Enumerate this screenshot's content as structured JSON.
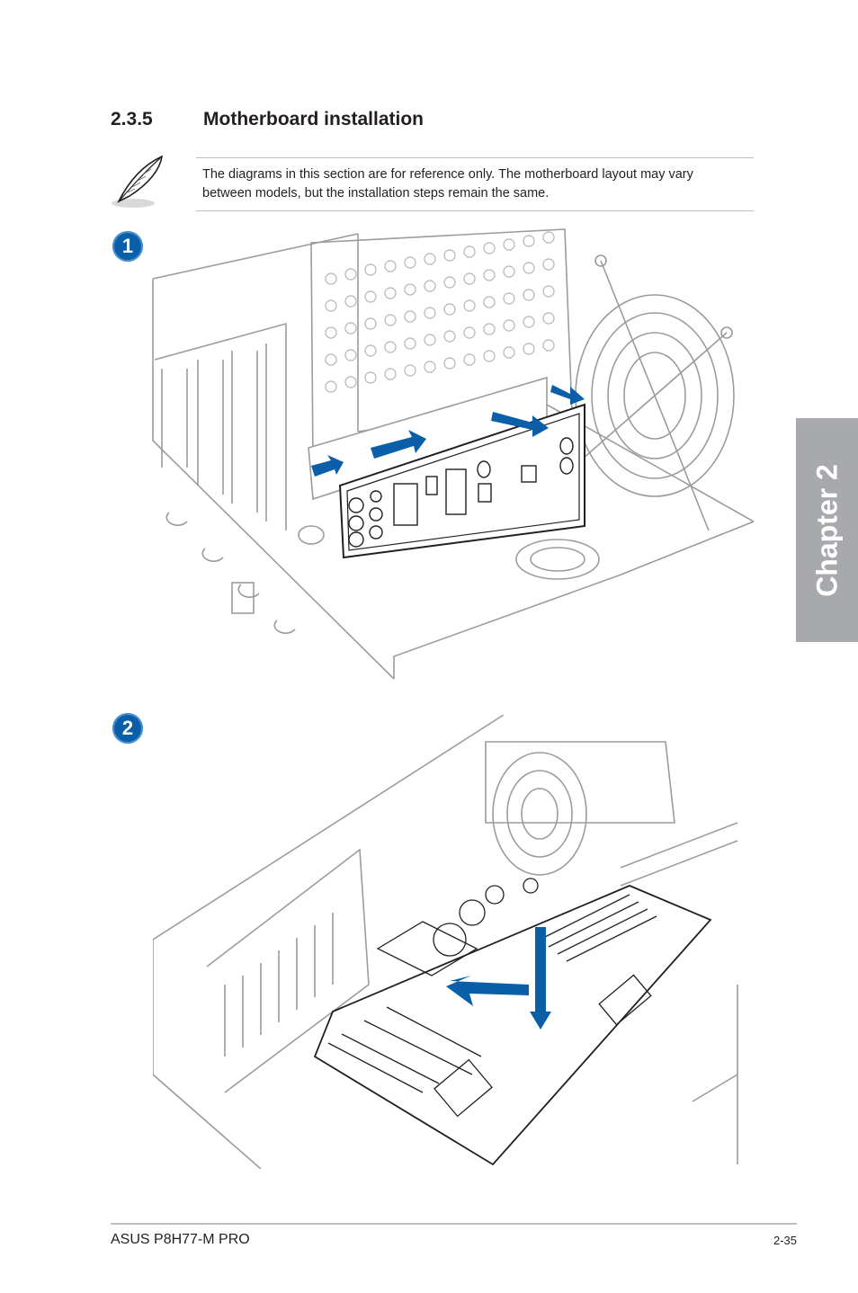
{
  "section": {
    "number": "2.3.5",
    "title": "Motherboard installation"
  },
  "note": {
    "icon": "quill-note-icon",
    "text": "The diagrams in this section are for reference only. The motherboard layout may vary between models, but the installation steps remain the same."
  },
  "steps": [
    {
      "label": "1",
      "figure": "io-shield-installation-diagram"
    },
    {
      "label": "2",
      "figure": "motherboard-placement-diagram"
    }
  ],
  "chapter_tab": "Chapter 2",
  "footer": {
    "product": "ASUS P8H77-M PRO",
    "page": "2-35"
  },
  "colors": {
    "accent_blue": "#0b5fa8",
    "tab_gray": "#a7a9ac",
    "line_gray": "#9a9c9f"
  }
}
